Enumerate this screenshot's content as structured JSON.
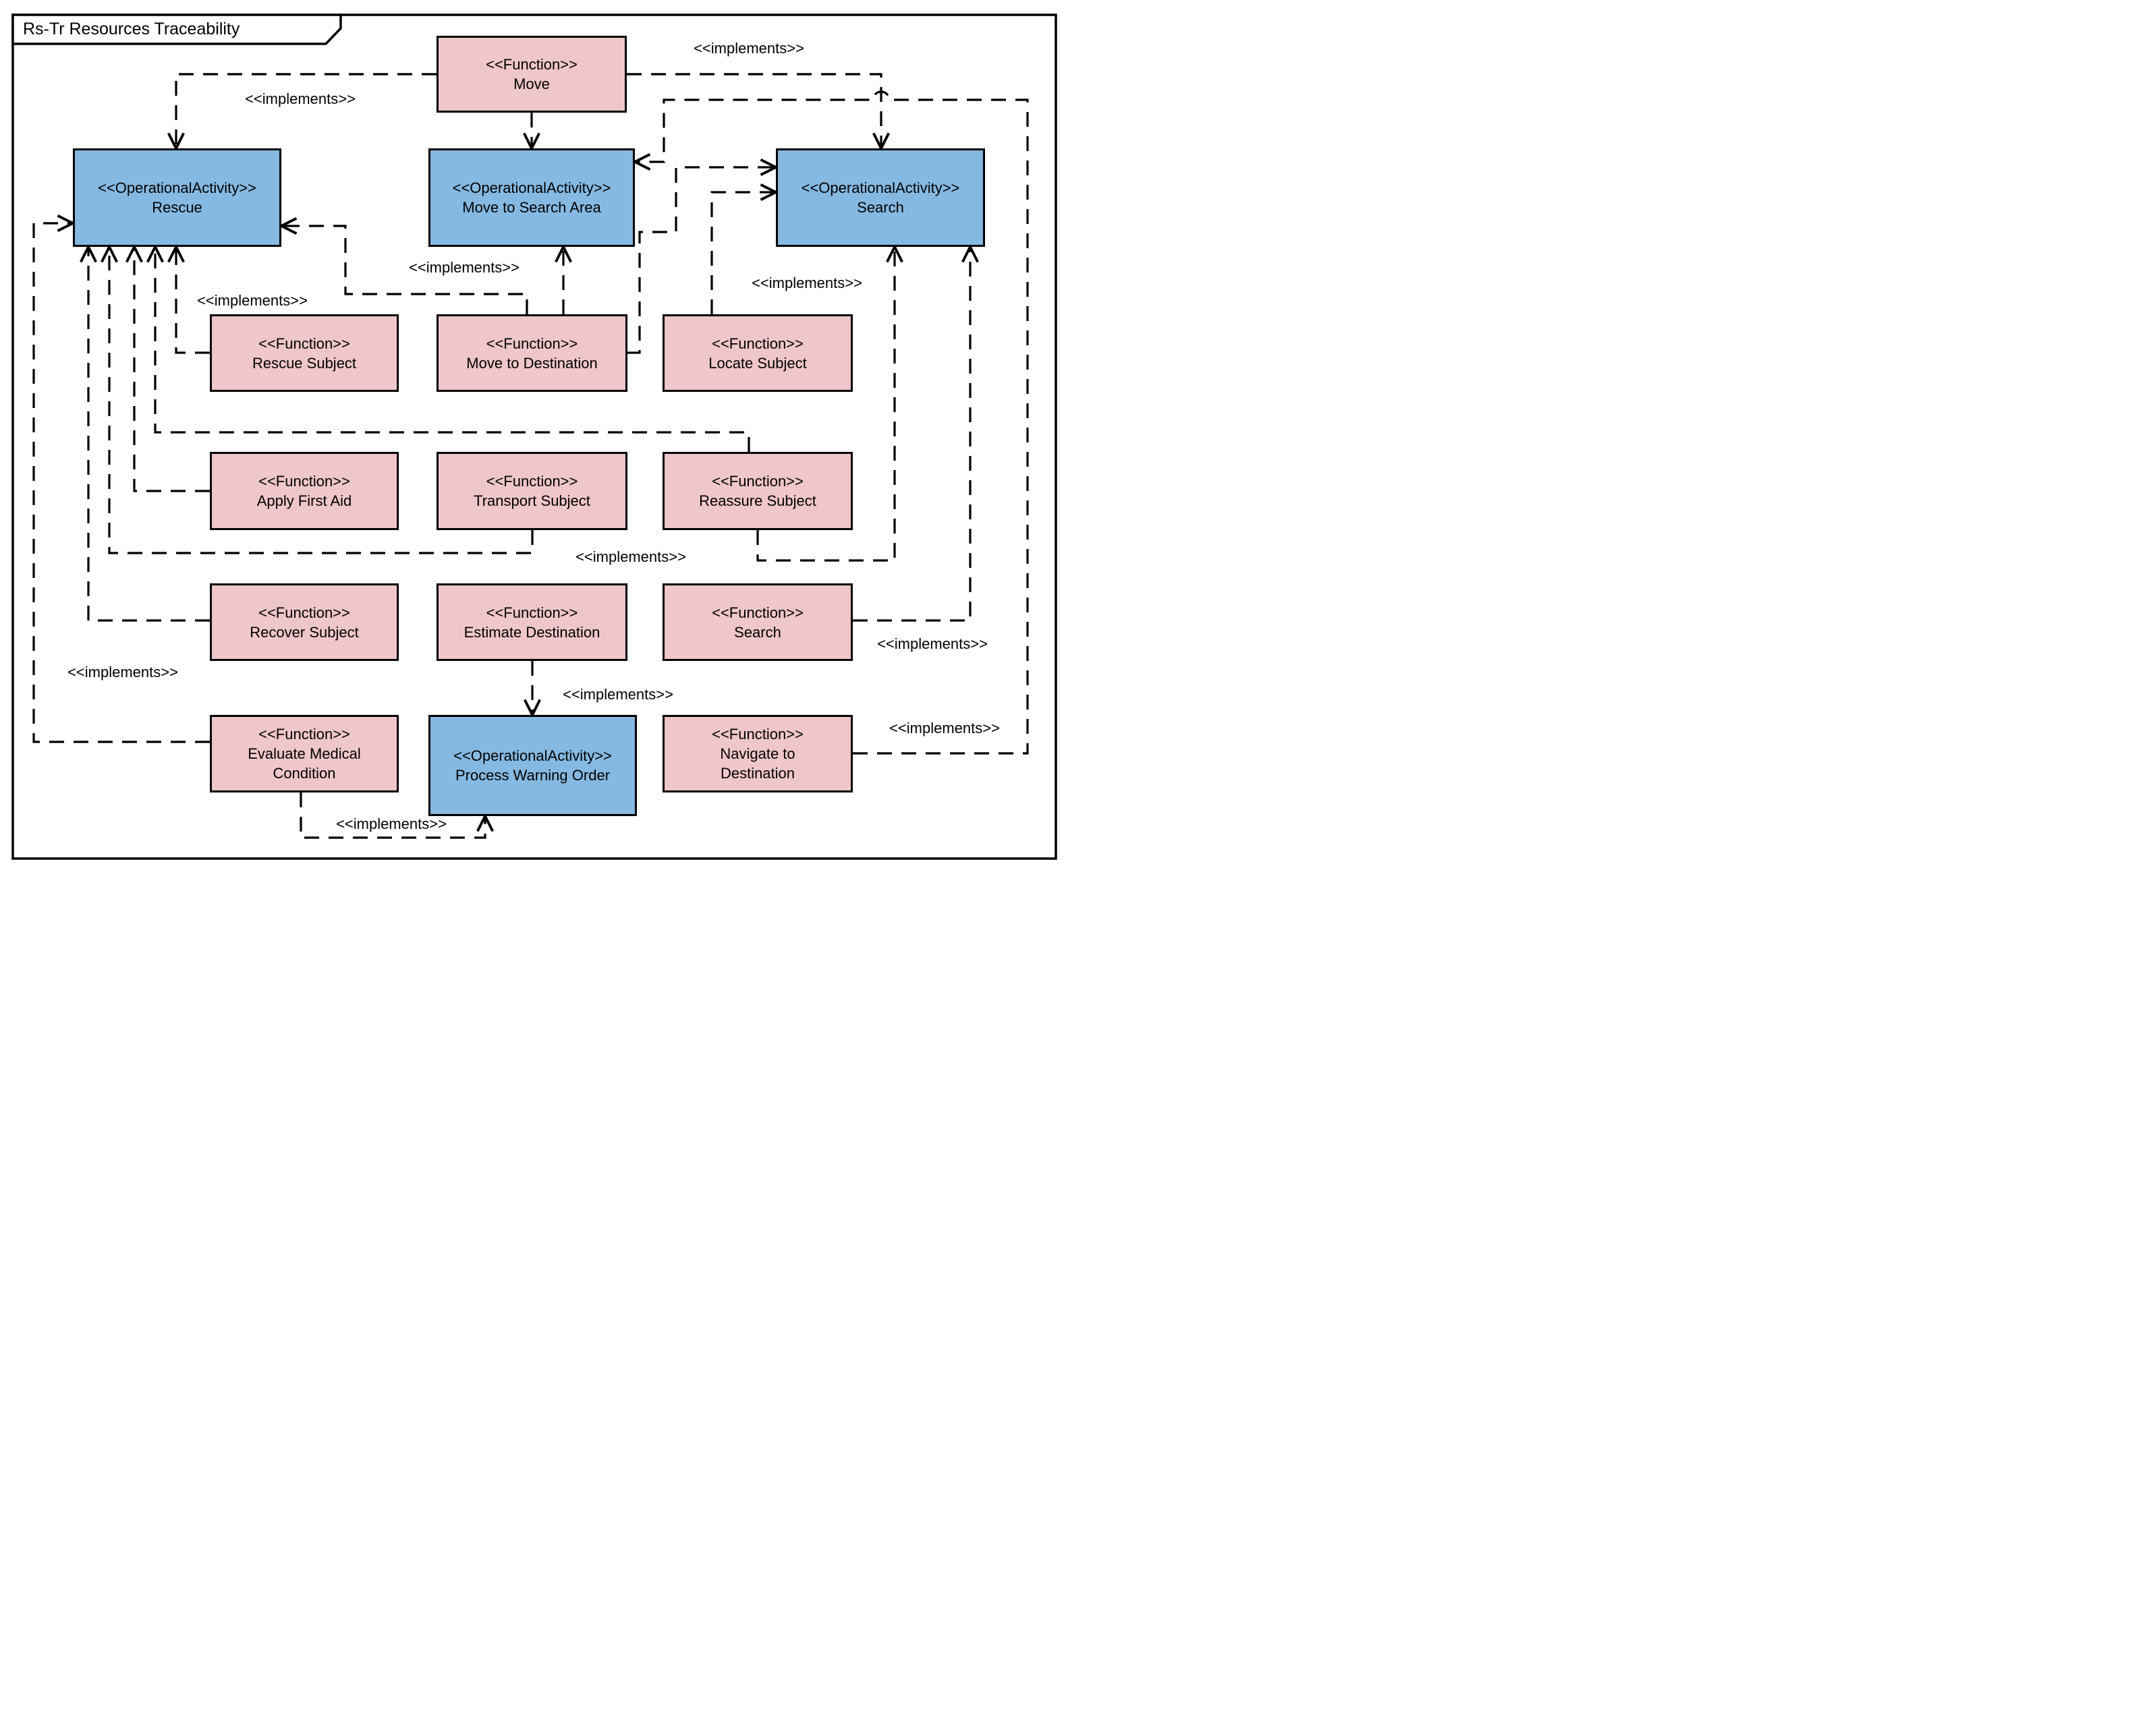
{
  "frame_title": "Rs-Tr Resources Traceability",
  "implements_label": "<<implements>>",
  "stereotypes": {
    "function": "<<Function>>",
    "operational_activity": "<<OperationalActivity>>"
  },
  "colors": {
    "function_fill": "#EFC6C9",
    "operational_activity_fill": "#85B9E2",
    "line": "#000000",
    "background": "#FFFFFF"
  },
  "boxes": {
    "move": {
      "type": "function",
      "stereotype": "<<Function>>",
      "name": "Move"
    },
    "rescue": {
      "type": "operational_activity",
      "stereotype": "<<OperationalActivity>>",
      "name": "Rescue"
    },
    "move_to_search_area": {
      "type": "operational_activity",
      "stereotype": "<<OperationalActivity>>",
      "name": "Move to Search Area"
    },
    "search_activity": {
      "type": "operational_activity",
      "stereotype": "<<OperationalActivity>>",
      "name": "Search"
    },
    "rescue_subject": {
      "type": "function",
      "stereotype": "<<Function>>",
      "name": "Rescue Subject"
    },
    "move_to_destination": {
      "type": "function",
      "stereotype": "<<Function>>",
      "name": "Move to Destination"
    },
    "locate_subject": {
      "type": "function",
      "stereotype": "<<Function>>",
      "name": "Locate Subject"
    },
    "apply_first_aid": {
      "type": "function",
      "stereotype": "<<Function>>",
      "name": "Apply First Aid"
    },
    "transport_subject": {
      "type": "function",
      "stereotype": "<<Function>>",
      "name": "Transport Subject"
    },
    "reassure_subject": {
      "type": "function",
      "stereotype": "<<Function>>",
      "name": "Reassure Subject"
    },
    "recover_subject": {
      "type": "function",
      "stereotype": "<<Function>>",
      "name": "Recover Subject"
    },
    "estimate_destination": {
      "type": "function",
      "stereotype": "<<Function>>",
      "name": "Estimate Destination"
    },
    "search_function": {
      "type": "function",
      "stereotype": "<<Function>>",
      "name": "Search"
    },
    "evaluate_medical_condition": {
      "type": "function",
      "stereotype": "<<Function>>",
      "name": "Evaluate Medical\nCondition"
    },
    "process_warning_order": {
      "type": "operational_activity",
      "stereotype": "<<OperationalActivity>>",
      "name": "Process Warning Order"
    },
    "navigate_to_destination": {
      "type": "function",
      "stereotype": "<<Function>>",
      "name": "Navigate to\nDestination"
    }
  },
  "connections": [
    {
      "from": "Move",
      "to": "Rescue",
      "label": "<<implements>>"
    },
    {
      "from": "Move",
      "to": "Move to Search Area"
    },
    {
      "from": "Move",
      "to": "Search",
      "label": "<<implements>>"
    },
    {
      "from": "Navigate to Destination",
      "to": "Move to Search Area",
      "label": "<<implements>>"
    },
    {
      "from": "Move to Destination",
      "to": "Rescue",
      "label": "<<implements>>"
    },
    {
      "from": "Move to Destination",
      "to": "Move to Search Area"
    },
    {
      "from": "Move to Destination",
      "to": "Search"
    },
    {
      "from": "Locate Subject",
      "to": "Search",
      "label": "<<implements>>"
    },
    {
      "from": "Rescue Subject",
      "to": "Rescue",
      "label": "<<implements>>"
    },
    {
      "from": "Apply First Aid",
      "to": "Rescue"
    },
    {
      "from": "Reassure Subject",
      "to": "Rescue"
    },
    {
      "from": "Transport Subject",
      "to": "Rescue",
      "label": "<<implements>>"
    },
    {
      "from": "Recover Subject",
      "to": "Rescue"
    },
    {
      "from": "Evaluate Medical Condition",
      "to": "Rescue",
      "label": "<<implements>>"
    },
    {
      "from": "Reassure Subject",
      "to": "Search"
    },
    {
      "from": "Search (Function)",
      "to": "Search",
      "label": "<<implements>>"
    },
    {
      "from": "Estimate Destination",
      "to": "Process Warning Order",
      "label": "<<implements>>"
    },
    {
      "from": "Evaluate Medical Condition",
      "to": "Process Warning Order",
      "label": "<<implements>>"
    }
  ]
}
